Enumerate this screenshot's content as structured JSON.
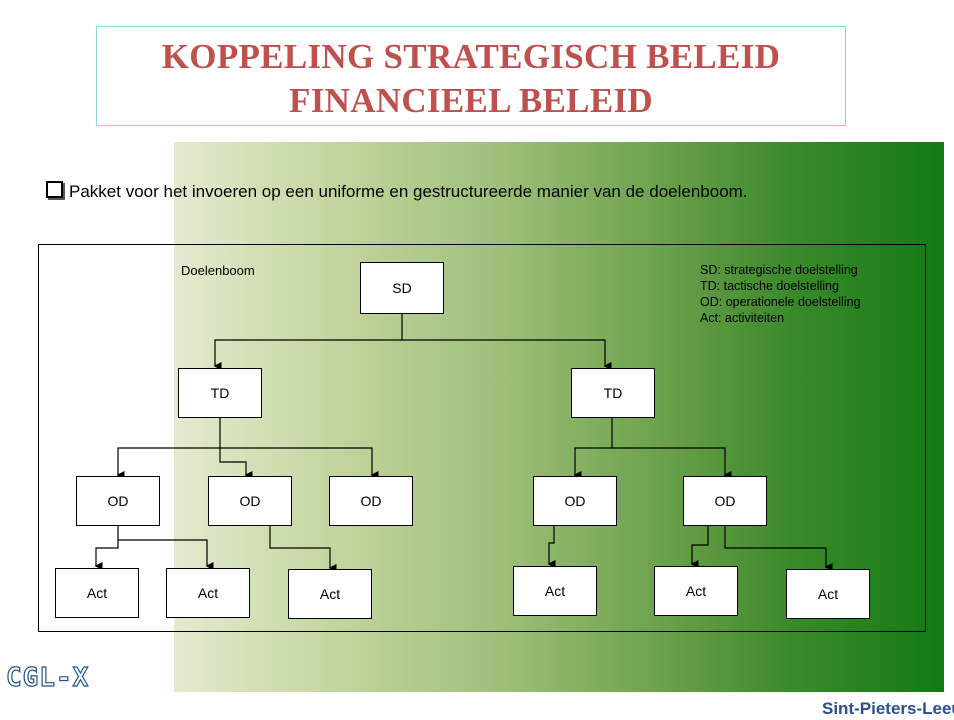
{
  "slide": {
    "title_line1": "KOPPELING STRATEGISCH BELEID",
    "title_line2": "FINANCIEEL BELEID",
    "bullet": "Pakket voor het invoeren op een uniforme en gestructureerde manier van de doelenboom.",
    "diagram_label": "Doelenboom",
    "legend": [
      "SD: strategische doelstelling",
      "TD: tactische doelstelling",
      "OD: operationele doelstelling",
      "Act: activiteiten"
    ],
    "logo_text": "CGL-X",
    "footer_text": "Sint-Pieters-Leeuw"
  },
  "tree": {
    "root": "SD",
    "td_left": "TD",
    "td_right": "TD",
    "od": [
      "OD",
      "OD",
      "OD",
      "OD",
      "OD"
    ],
    "act": [
      "Act",
      "Act",
      "Act",
      "Act",
      "Act",
      "Act"
    ]
  },
  "colors": {
    "title": "#c0504d",
    "title_border": "#8fd6d6",
    "gradient_start": "#e3ebcf",
    "gradient_end": "#127a12",
    "footer": "#2a4f8f"
  }
}
